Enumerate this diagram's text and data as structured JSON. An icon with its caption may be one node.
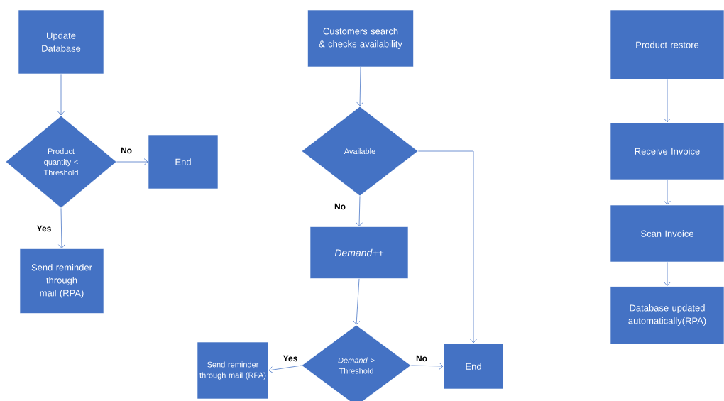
{
  "diagram": {
    "nodes": [
      {
        "text": [
          "Update Database"
        ]
      },
      {
        "text": [
          "Product quantity < Threshold"
        ]
      },
      {
        "text": [
          "End"
        ]
      },
      {
        "text": [
          "Send reminder through mail (RPA)"
        ]
      },
      {
        "text": [
          "Customers search & checks availability"
        ]
      },
      {
        "text": [
          "Available"
        ]
      },
      {
        "text": [
          "Demand++"
        ]
      },
      {
        "text": [
          "*Demand* > Threshold"
        ]
      },
      {
        "text": [
          "Send reminder through mail (RPA)"
        ]
      },
      {
        "text": [
          "End"
        ]
      },
      {
        "text": [
          "Product restore"
        ]
      },
      {
        "text": [
          "Receive Invoice"
        ]
      },
      {
        "text": [
          "Scan Invoice"
        ]
      },
      {
        "text": [
          "Database updated automatically(RPA)"
        ]
      }
    ],
    "edges": [
      {
        "from": 0,
        "to": 1,
        "arrow": "to"
      },
      {
        "from": 1,
        "to": 2,
        "arrow": "to",
        "label": "No"
      },
      {
        "from": 1,
        "to": 3,
        "arrow": "to",
        "label": "Yes"
      },
      {
        "from": 4,
        "to": 5,
        "arrow": "to"
      },
      {
        "from": 5,
        "to": 6,
        "arrow": "to",
        "label": "No"
      },
      {
        "from": 5,
        "to": 9,
        "arrow": "to"
      },
      {
        "from": 6,
        "to": 7,
        "arrow": "to"
      },
      {
        "from": 7,
        "to": 8,
        "arrow": "to",
        "label": "Yes"
      },
      {
        "from": 7,
        "to": 9,
        "arrow": "to",
        "label": "No"
      },
      {
        "from": 10,
        "to": 11,
        "arrow": "to"
      },
      {
        "from": 11,
        "to": 12,
        "arrow": "to"
      },
      {
        "from": 12,
        "to": 13,
        "arrow": "to"
      }
    ]
  }
}
